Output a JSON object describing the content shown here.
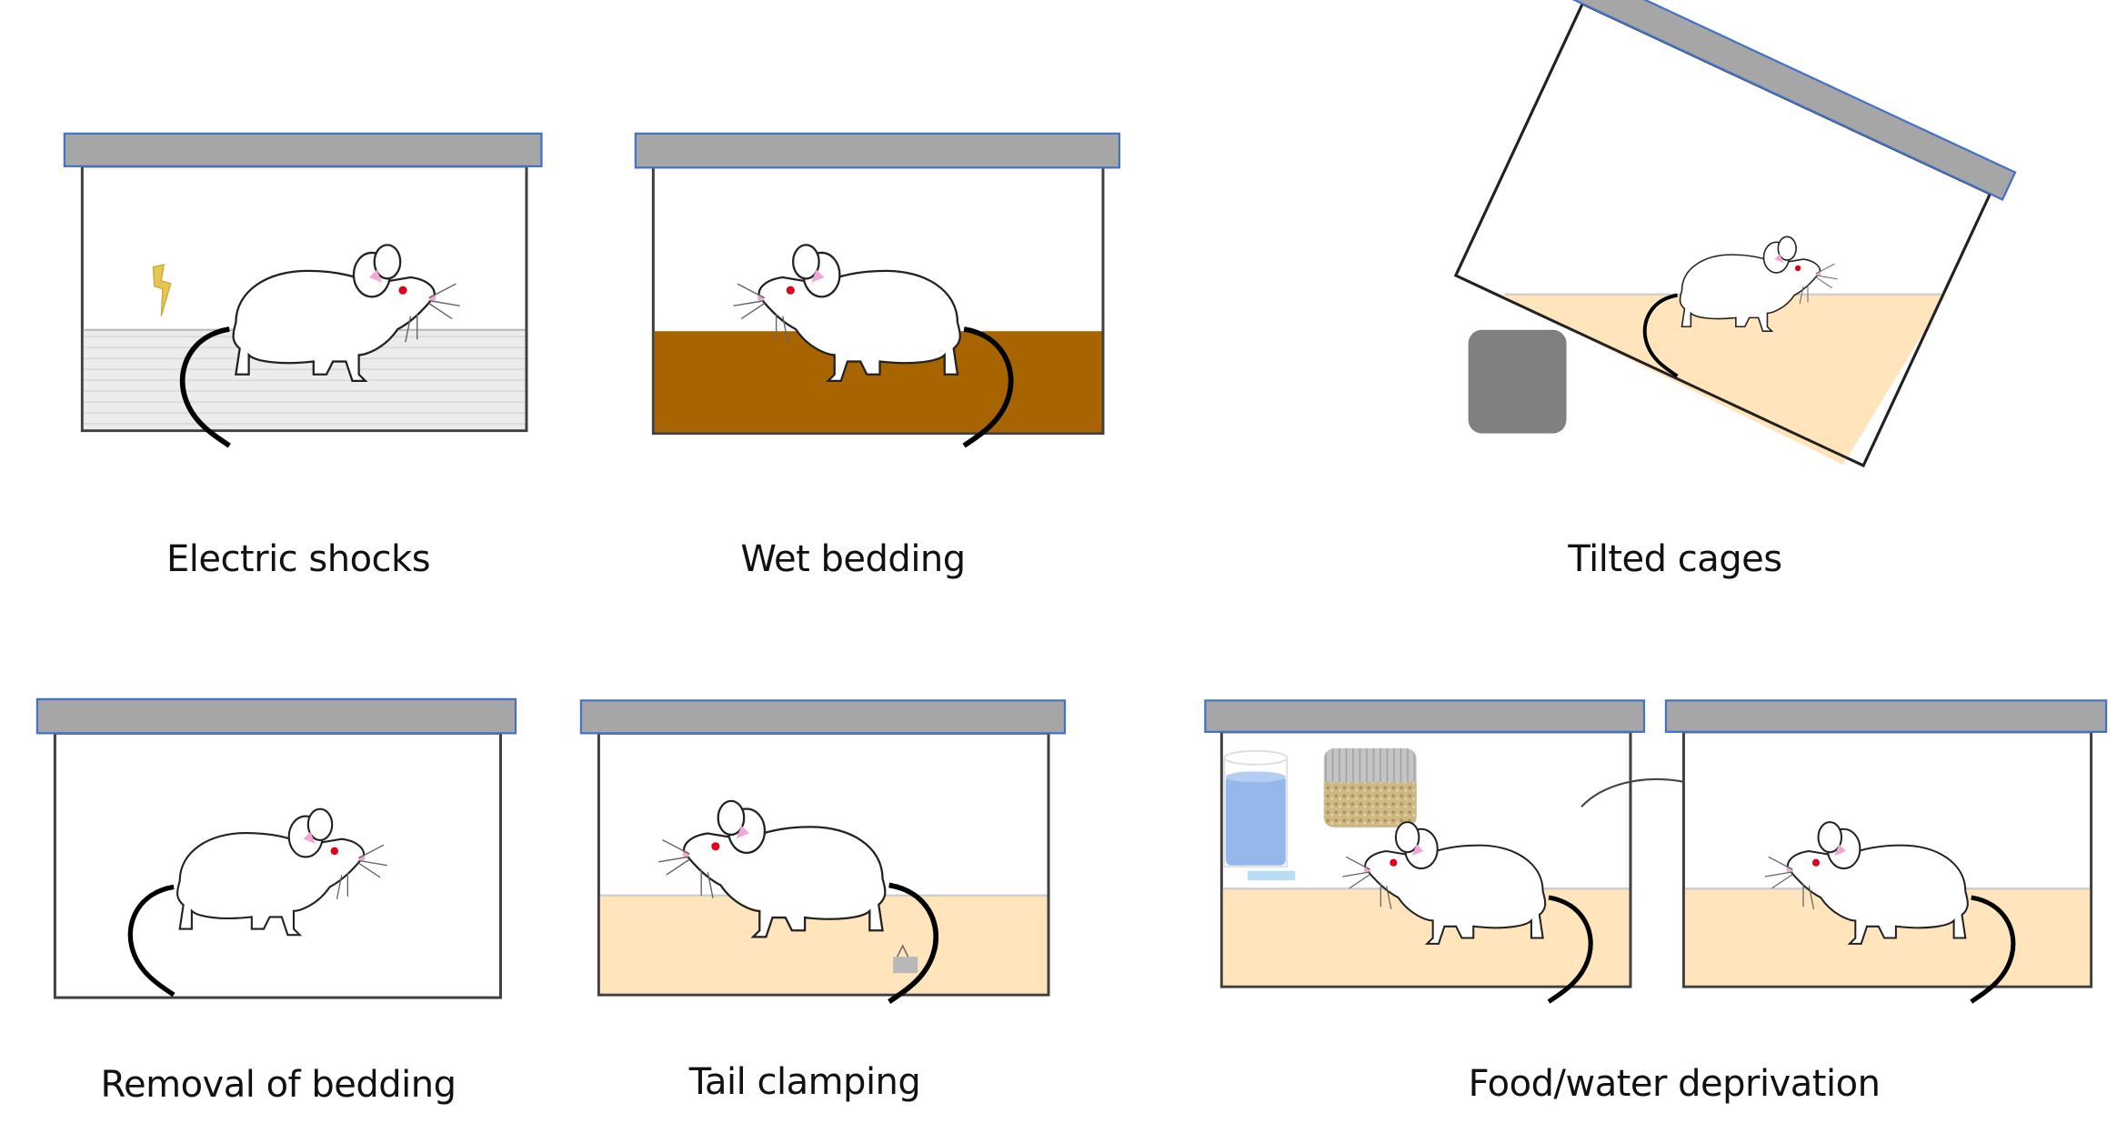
{
  "figure": {
    "panels": [
      {
        "id": "electric-shocks",
        "label": "Electric shocks",
        "bedding": "grid-floor",
        "extra": "lightning-bolt"
      },
      {
        "id": "wet-bedding",
        "label": "Wet bedding",
        "bedding": "wet-brown",
        "extra": ""
      },
      {
        "id": "tilted-cages",
        "label": "Tilted cages",
        "bedding": "sawdust",
        "extra": "support-block"
      },
      {
        "id": "removal-of-bedding",
        "label": "Removal of bedding",
        "bedding": "none",
        "extra": ""
      },
      {
        "id": "tail-clamping",
        "label": "Tail clamping",
        "bedding": "sawdust",
        "extra": "tail-clamp"
      },
      {
        "id": "food-water-deprivation",
        "label": "Food/water deprivation",
        "bedding": "sawdust",
        "extra": "water-bottle, food-hopper, arrow"
      }
    ],
    "colors": {
      "lid": "#a6a6a6",
      "lid_border": "#4472c4",
      "cage_border": "#404040",
      "grid_floor": "#e8e8e8",
      "wet_bedding": "#a86400",
      "sawdust": "#ffe4bc",
      "block": "#808080",
      "water": "#96b7ea",
      "food": "#c8b27e",
      "bolt": "#e8c850"
    }
  }
}
